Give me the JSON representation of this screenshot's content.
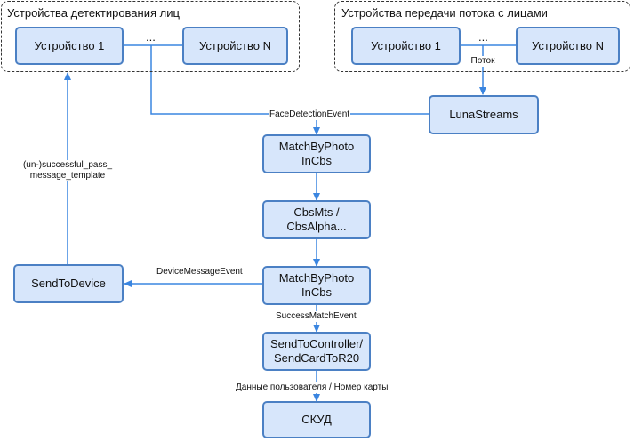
{
  "groups": {
    "detect": {
      "title": "Устройства детектирования лиц"
    },
    "stream": {
      "title": "Устройства передачи потока с лицами"
    }
  },
  "nodes": {
    "detect_dev1": "Устройство 1",
    "detect_devN": "Устройство N",
    "stream_dev1": "Устройство 1",
    "stream_devN": "Устройство N",
    "luna_streams": "LunaStreams",
    "match_by_photo_1": "MatchByPhoto\nInCbs",
    "cbs_mts": "CbsMts /\nCbsAlpha...",
    "match_by_photo_2": "MatchByPhoto\nInCbs",
    "send_to_device": "SendToDevice",
    "send_to_controller": "SendToController/\nSendCardToR20",
    "skud": "СКУД"
  },
  "ellipsis": "...",
  "edge_labels": {
    "potok": "Поток",
    "face_detection_event": "FaceDetectionEvent",
    "device_message_event": "DeviceMessageEvent",
    "success_match_event": "SuccessMatchEvent",
    "user_data": "Данные пользователя / Номер карты",
    "template": "(un-)successful_pass_\nmessage_template"
  },
  "colors": {
    "node_fill": "#d7e6fb",
    "node_border": "#4b80c4",
    "arrow": "#3a85e0"
  }
}
